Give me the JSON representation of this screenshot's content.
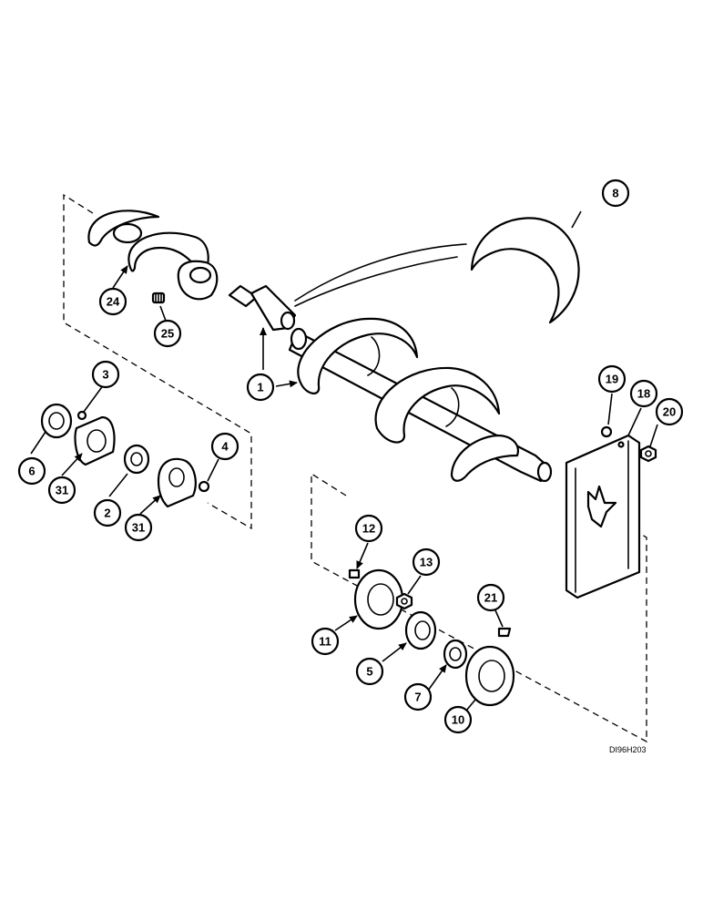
{
  "callouts": {
    "c1": "1",
    "c2": "2",
    "c3": "3",
    "c4": "4",
    "c5": "5",
    "c6": "6",
    "c7": "7",
    "c8": "8",
    "c10": "10",
    "c11": "11",
    "c12": "12",
    "c13": "13",
    "c18": "18",
    "c19": "19",
    "c20": "20",
    "c21": "21",
    "c24": "24",
    "c25": "25",
    "c31a": "31",
    "c31b": "31"
  },
  "figure_code": "DI96H203",
  "colors": {
    "ink": "#000000",
    "paper": "#ffffff"
  }
}
